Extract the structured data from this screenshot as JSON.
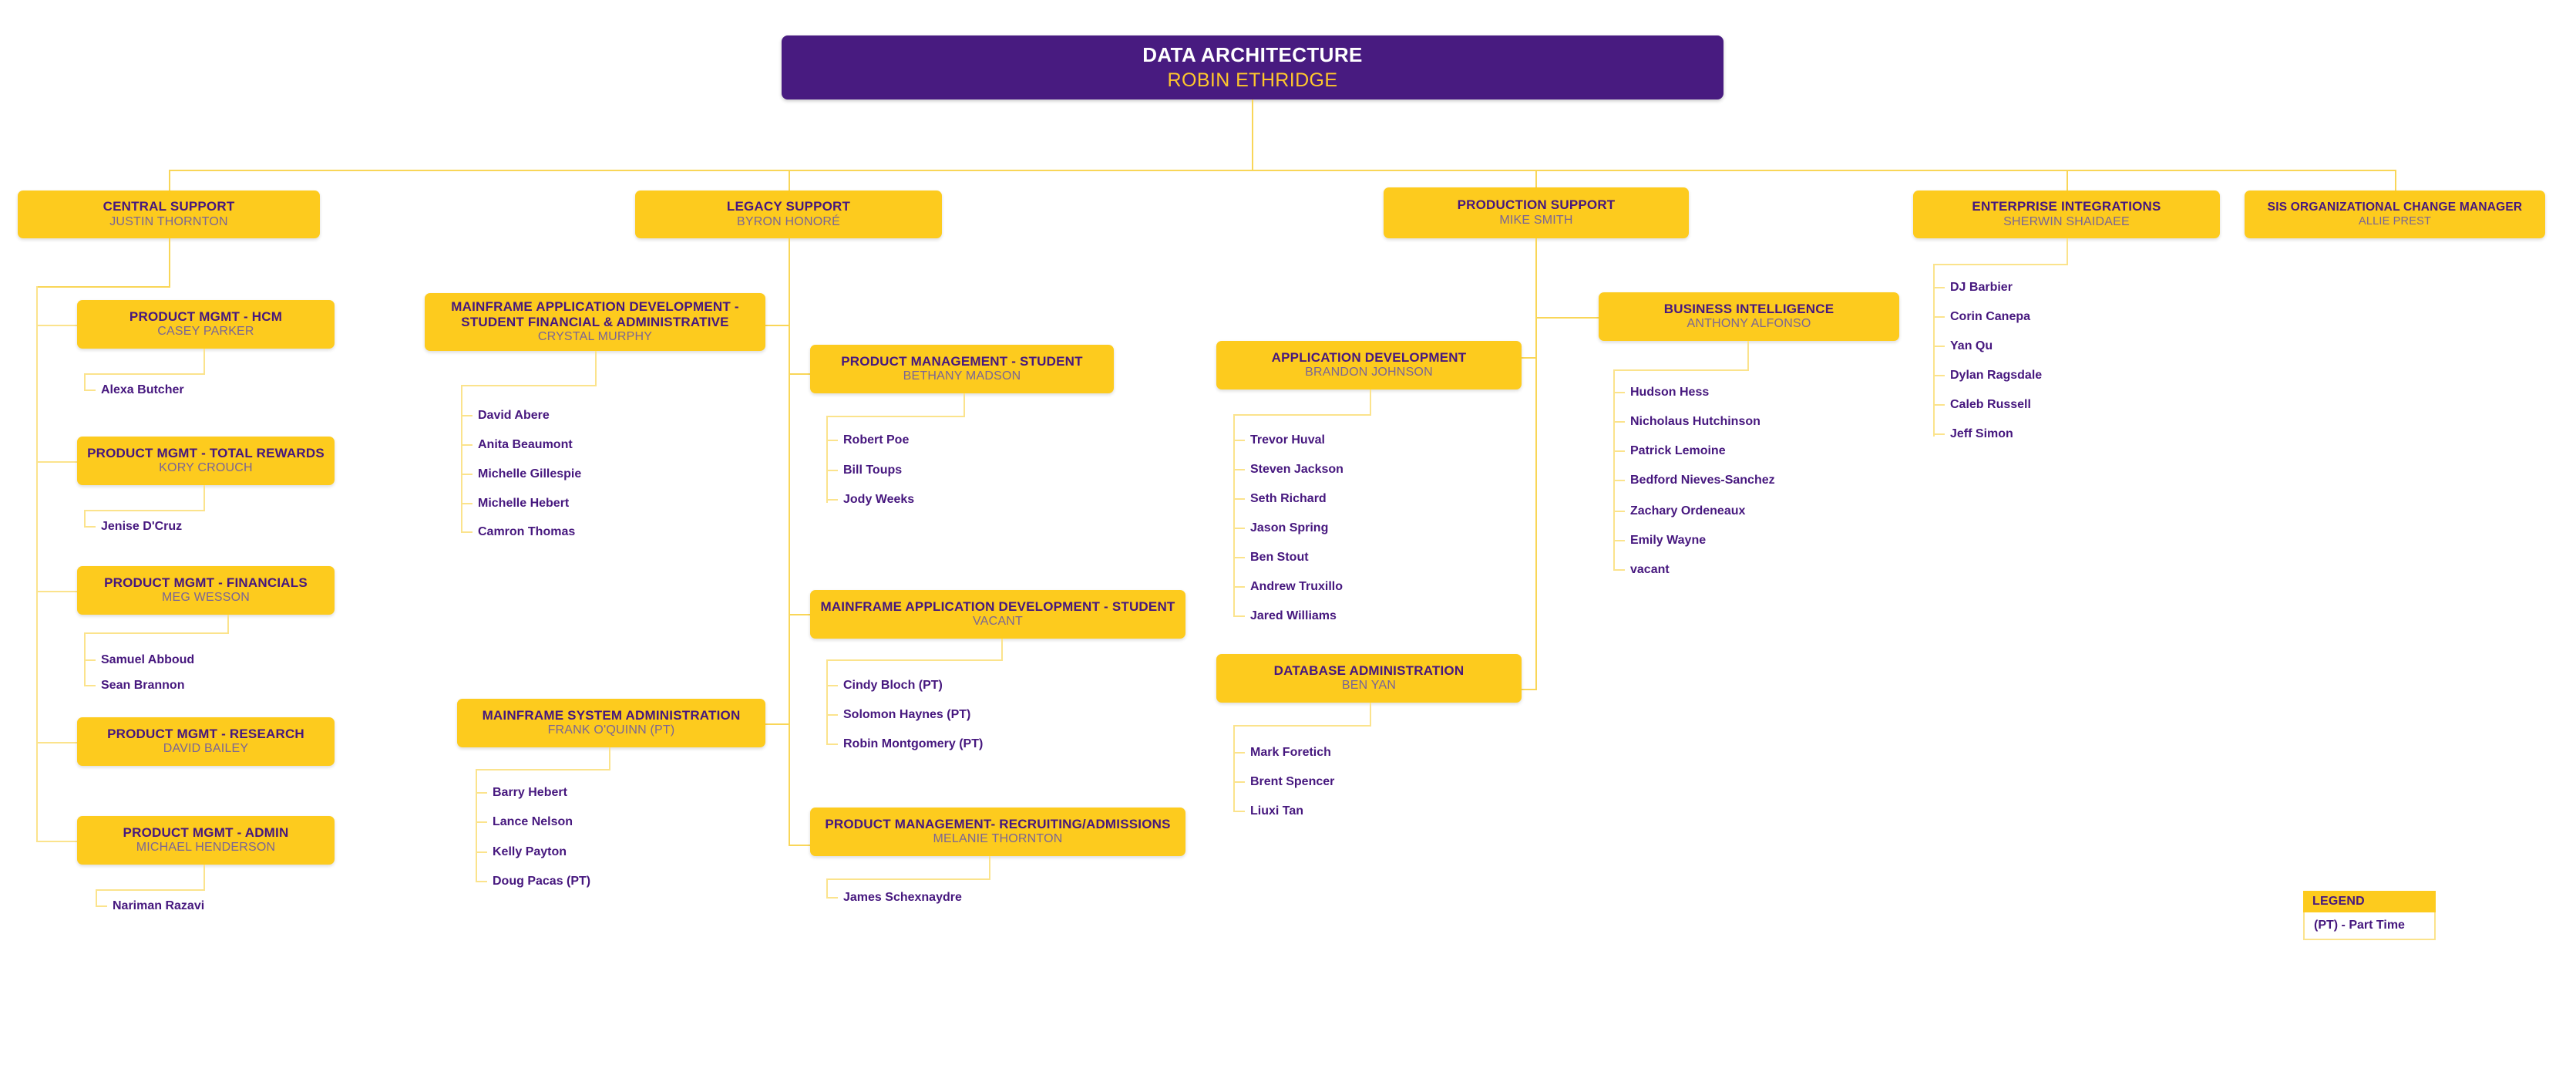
{
  "root": {
    "title": "DATA ARCHITECTURE",
    "name": "ROBIN ETHRIDGE"
  },
  "legend": {
    "header": "LEGEND",
    "entry": "(PT) - Part Time"
  },
  "colors": {
    "purple": "#46177E",
    "yellow": "#FDCB1E",
    "gold_text": "#FFC72C",
    "connector": "#F9D658",
    "subtitle": "#7A6596"
  },
  "divisions": [
    {
      "title": "CENTRAL SUPPORT",
      "name": "JUSTIN THORNTON",
      "teams": [
        {
          "title": "PRODUCT MGMT - HCM",
          "name": "CASEY PARKER",
          "members": [
            "Alexa Butcher"
          ]
        },
        {
          "title": "PRODUCT MGMT - TOTAL REWARDS",
          "name": "KORY CROUCH",
          "members": [
            "Jenise D'Cruz"
          ]
        },
        {
          "title": "PRODUCT MGMT - FINANCIALS",
          "name": "MEG WESSON",
          "members": [
            "Samuel Abboud",
            "Sean Brannon"
          ]
        },
        {
          "title": "PRODUCT MGMT - RESEARCH",
          "name": "DAVID BAILEY",
          "members": []
        },
        {
          "title": "PRODUCT MGMT - ADMIN",
          "name": "MICHAEL HENDERSON",
          "members": [
            "Nariman Razavi"
          ]
        }
      ]
    },
    {
      "title": "LEGACY SUPPORT",
      "name": "BYRON HONORÉ",
      "teams": [
        {
          "title": "MAINFRAME APPLICATION  DEVELOPMENT - STUDENT FINANCIAL & ADMINISTRATIVE",
          "name": "CRYSTAL MURPHY",
          "members": [
            "David Abere",
            "Anita Beaumont",
            "Michelle Gillespie",
            "Michelle Hebert",
            "Camron Thomas"
          ]
        },
        {
          "title": "MAINFRAME SYSTEM ADMINISTRATION",
          "name": "FRANK O'QUINN (PT)",
          "members": [
            "Barry Hebert",
            "Lance Nelson",
            "Kelly Payton",
            "Doug Pacas (PT)"
          ]
        },
        {
          "title": "PRODUCT MANAGEMENT - STUDENT",
          "name": "BETHANY MADSON",
          "members": [
            "Robert Poe",
            "Bill Toups",
            "Jody Weeks"
          ]
        },
        {
          "title": "MAINFRAME APPLICATION DEVELOPMENT - STUDENT",
          "name": "VACANT",
          "members": [
            "Cindy Bloch (PT)",
            "Solomon Haynes (PT)",
            "Robin Montgomery (PT)"
          ]
        },
        {
          "title": "PRODUCT MANAGEMENT- RECRUITING/ADMISSIONS",
          "name": "MELANIE THORNTON",
          "members": [
            "James Schexnaydre"
          ]
        }
      ]
    },
    {
      "title": "PRODUCTION SUPPORT",
      "name": "MIKE SMITH",
      "teams": [
        {
          "title": "APPLICATION DEVELOPMENT",
          "name": "BRANDON JOHNSON",
          "members": [
            "Trevor Huval",
            "Steven Jackson",
            "Seth Richard",
            "Jason Spring",
            "Ben Stout",
            "Andrew Truxillo",
            "Jared Williams"
          ]
        },
        {
          "title": "DATABASE ADMINISTRATION",
          "name": "BEN YAN",
          "members": [
            "Mark Foretich",
            "Brent Spencer",
            "Liuxi Tan"
          ]
        },
        {
          "title": "BUSINESS INTELLIGENCE",
          "name": "ANTHONY ALFONSO",
          "members": [
            "Hudson Hess",
            "Nicholaus Hutchinson",
            "Patrick Lemoine",
            "Bedford Nieves-Sanchez",
            "Zachary Ordeneaux",
            "Emily Wayne",
            "vacant"
          ]
        }
      ]
    },
    {
      "title": "ENTERPRISE INTEGRATIONS",
      "name": "SHERWIN SHAIDAEE",
      "members": [
        "DJ Barbier",
        "Corin Canepa",
        "Yan Qu",
        "Dylan Ragsdale",
        "Caleb Russell",
        "Jeff Simon"
      ]
    },
    {
      "title": "SIS ORGANIZATIONAL CHANGE MANAGER",
      "name": "ALLIE PREST",
      "members": []
    }
  ]
}
